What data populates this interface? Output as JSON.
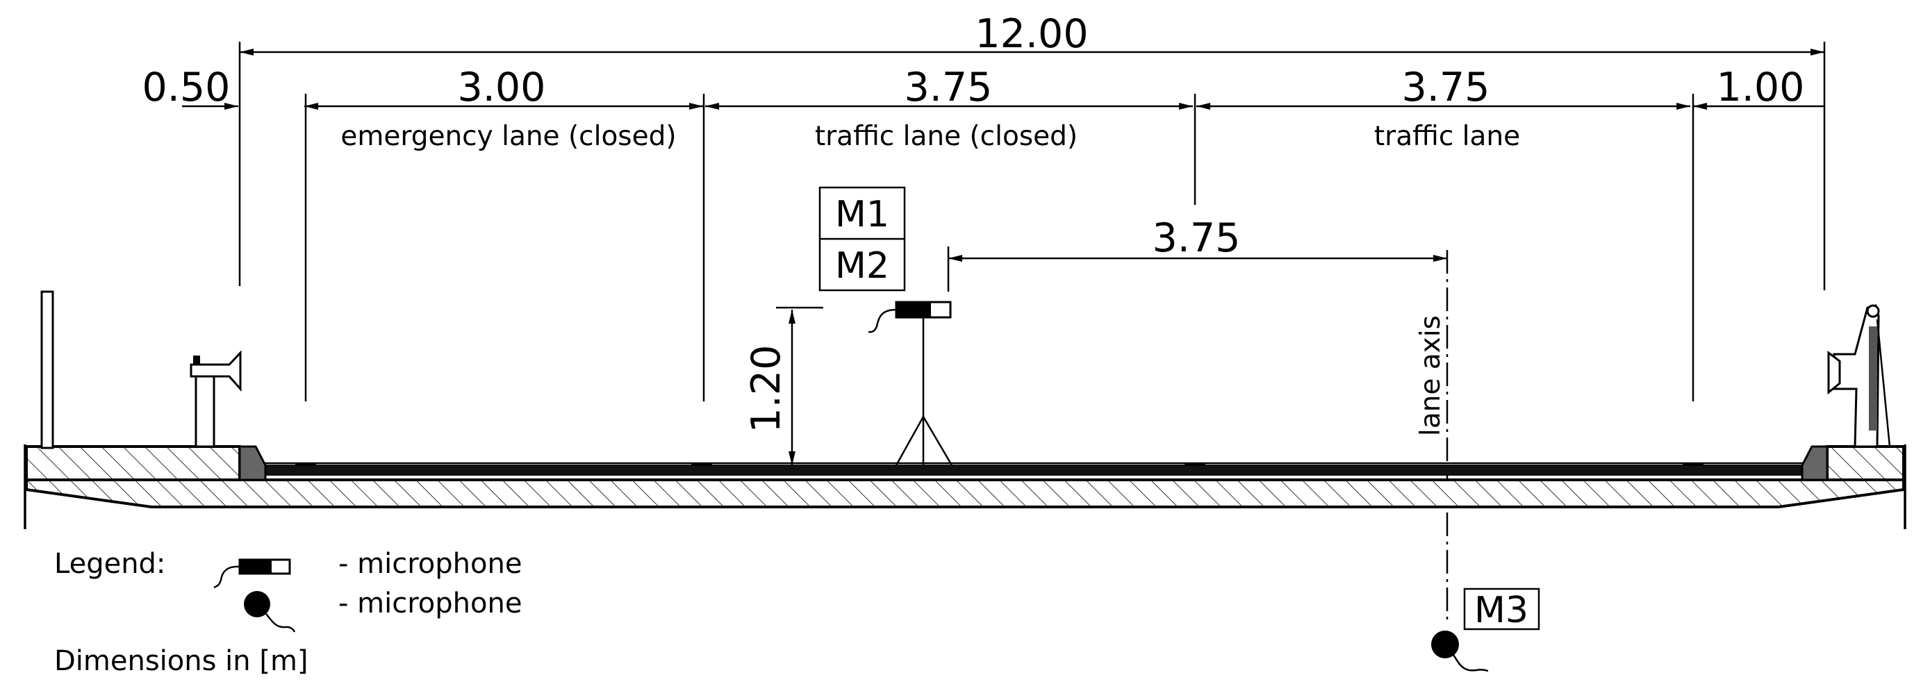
{
  "dimensions": {
    "total": "12.00",
    "left_offset": "0.50",
    "emergency_lane": "3.00",
    "traffic_lane_closed": "3.75",
    "traffic_lane": "3.75",
    "right_offset": "1.00",
    "mic_to_axis": "3.75",
    "mic_height": "1.20"
  },
  "lanes": {
    "emergency": "emergency lane (closed)",
    "closed": "traffic lane (closed)",
    "open": "traffic lane"
  },
  "microphones": {
    "m1": "M1",
    "m2": "M2",
    "m3": "M3"
  },
  "lane_axis_label": "lane axis",
  "legend": {
    "title": "Legend:",
    "item1": "- microphone",
    "item2": "- microphone",
    "units": "Dimensions in [m]"
  }
}
